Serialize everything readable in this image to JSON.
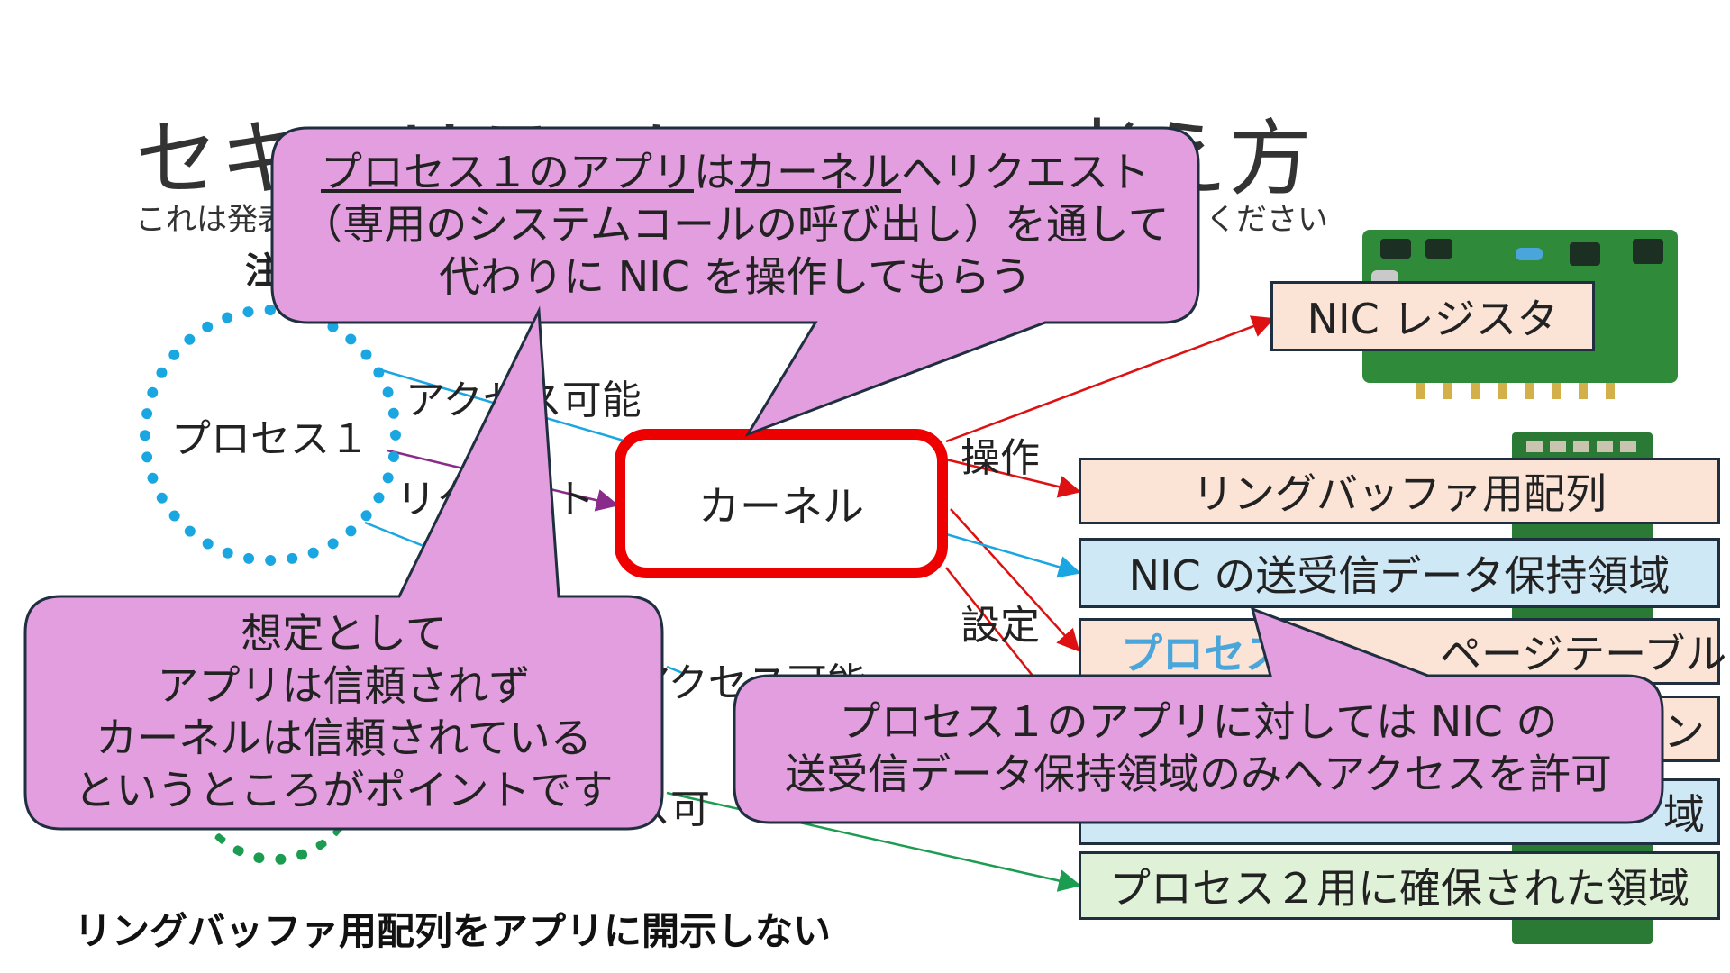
{
  "slide": {
    "title": "セキュリティについての考え方",
    "subtitle_start": "これは発表",
    "subtitle_end": "ください",
    "note_label": "注"
  },
  "process": {
    "p1_label": "プロセス１",
    "access_label_top": "アクセス可能",
    "request_label": "リクエスト",
    "access_label_mid": "アクセス可能",
    "access_label_bottom": "ス可"
  },
  "kernel": {
    "label": "カーネル",
    "operate_label": "操作",
    "config_label": "設定"
  },
  "right": {
    "nic_register": "NIC レジスタ",
    "ring_buffer": "リングバッファ用配列",
    "nic_data": "NIC の送受信データ保持領域",
    "page_table_prefix": "プロセス",
    "page_table_suffix": "ページテーブル",
    "row5_visible": "ン",
    "row6_visible": "域",
    "process2_region": "プロセス２用に確保された領域"
  },
  "callouts": {
    "top": {
      "line1_a": "プロセス１のアプリ",
      "line1_b": "は",
      "line1_c": "カーネル",
      "line1_d": "へリクエスト",
      "line2": "（専用のシステムコールの呼び出し）を通して",
      "line3": "代わりに NIC を操作してもらう"
    },
    "left": {
      "line1": "想定として",
      "line2": "アプリは信頼されず",
      "line3": "カーネルは信頼されている",
      "line4": "というところがポイントです"
    },
    "right": {
      "line1": "プロセス１のアプリに対しては NIC の",
      "line2": "送受信データ保持領域のみへアクセスを許可"
    }
  },
  "bottom_caption": "リングバッファ用配列をアプリに開示しない",
  "colors": {
    "kernel_border": "#ee0000",
    "process1_circle": "#1aa6e0",
    "process2_circle": "#1c9c50",
    "callout_fill": "#e29ede",
    "callout_border": "#1f2f40",
    "arrow_red": "#dd1111",
    "arrow_blue": "#1aa6e0",
    "arrow_purple": "#8a2a8a",
    "arrow_green": "#1c9c50"
  }
}
